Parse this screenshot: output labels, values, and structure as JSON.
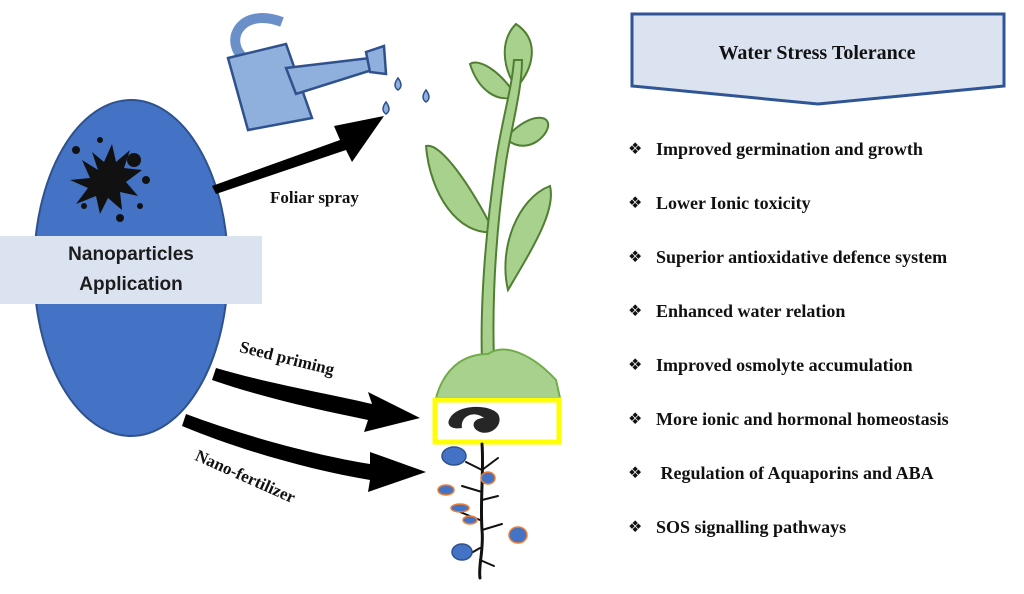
{
  "application": {
    "line1": "Nanoparticles",
    "line2": "Application"
  },
  "methods": {
    "foliar": "Foliar spray",
    "seed": "Seed priming",
    "nano": "Nano-fertilizer"
  },
  "banner": {
    "title": "Water Stress Tolerance"
  },
  "bullet_glyph": "❖",
  "benefits": [
    "Improved germination and growth",
    "Lower Ionic toxicity",
    "Superior antioxidative defence system",
    "Enhanced water relation",
    "Improved osmolyte accumulation",
    "More ionic and hormonal homeostasis",
    " Regulation of Aquaporins and ABA",
    "SOS signalling pathways"
  ],
  "colors": {
    "ellipse": "#4472c4",
    "can": "#8fb0dc",
    "leaf": "#a9d18e",
    "soil_outline": "#70ad47",
    "seed_box": "#ffff00",
    "particle": "#4472c4",
    "particle_edge": "#ed7d31",
    "banner_fill": "#dbe3f1",
    "banner_edge": "#2f5597"
  },
  "icons": [
    "watering-can-icon",
    "nanoparticle-splat-icon",
    "plant-icon",
    "seed-icon",
    "roots-icon"
  ]
}
